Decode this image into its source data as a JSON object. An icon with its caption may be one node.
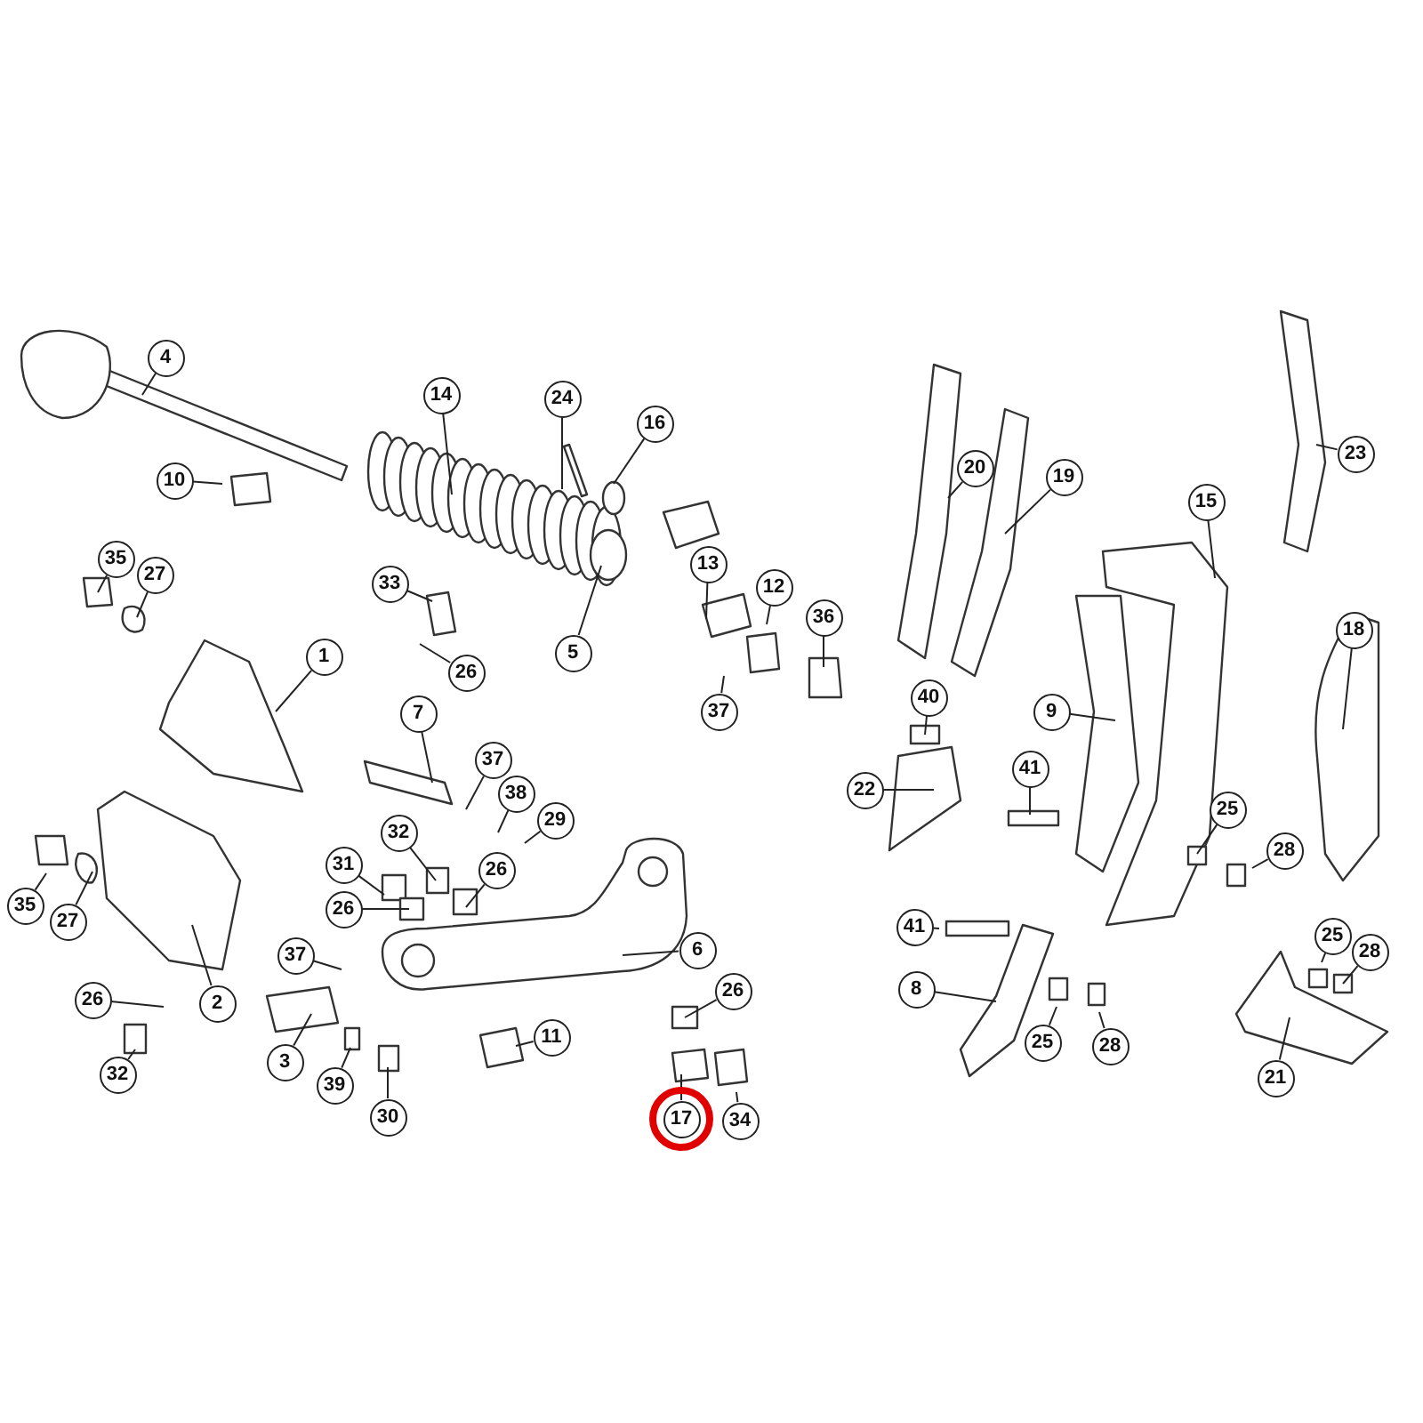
{
  "diagram": {
    "nodes": [
      {
        "text": [
          "4"
        ]
      },
      {
        "text": [
          "14"
        ]
      },
      {
        "text": [
          "24"
        ]
      },
      {
        "text": [
          "16"
        ]
      },
      {
        "text": [
          "10"
        ]
      },
      {
        "text": [
          "13"
        ]
      },
      {
        "text": [
          "12"
        ]
      },
      {
        "text": [
          "36"
        ]
      },
      {
        "text": [
          "5"
        ]
      },
      {
        "text": [
          "35"
        ]
      },
      {
        "text": [
          "27"
        ]
      },
      {
        "text": [
          "33"
        ]
      },
      {
        "text": [
          "26"
        ]
      },
      {
        "text": [
          "37"
        ]
      },
      {
        "text": [
          "1"
        ]
      },
      {
        "text": [
          "7"
        ]
      },
      {
        "text": [
          "37"
        ]
      },
      {
        "text": [
          "38"
        ]
      },
      {
        "text": [
          "29"
        ]
      },
      {
        "text": [
          "32"
        ]
      },
      {
        "text": [
          "31"
        ]
      },
      {
        "text": [
          "26"
        ]
      },
      {
        "text": [
          "26"
        ]
      },
      {
        "text": [
          "35"
        ]
      },
      {
        "text": [
          "27"
        ]
      },
      {
        "text": [
          "6"
        ]
      },
      {
        "text": [
          "26"
        ]
      },
      {
        "text": [
          "37"
        ]
      },
      {
        "text": [
          "2"
        ]
      },
      {
        "text": [
          "26"
        ]
      },
      {
        "text": [
          "32"
        ]
      },
      {
        "text": [
          "3"
        ]
      },
      {
        "text": [
          "39"
        ]
      },
      {
        "text": [
          "30"
        ]
      },
      {
        "text": [
          "11"
        ]
      },
      {
        "text": [
          "17"
        ]
      },
      {
        "text": [
          "34"
        ]
      },
      {
        "text": [
          "20"
        ]
      },
      {
        "text": [
          "19"
        ]
      },
      {
        "text": [
          "23"
        ]
      },
      {
        "text": [
          "15"
        ]
      },
      {
        "text": [
          "18"
        ]
      },
      {
        "text": [
          "40"
        ]
      },
      {
        "text": [
          "22"
        ]
      },
      {
        "text": [
          "9"
        ]
      },
      {
        "text": [
          "41"
        ]
      },
      {
        "text": [
          "25"
        ]
      },
      {
        "text": [
          "28"
        ]
      },
      {
        "text": [
          "41"
        ]
      },
      {
        "text": [
          "8"
        ]
      },
      {
        "text": [
          "25"
        ]
      },
      {
        "text": [
          "28"
        ]
      },
      {
        "text": [
          "25"
        ]
      },
      {
        "text": [
          "28"
        ]
      },
      {
        "text": [
          "21"
        ]
      }
    ],
    "edges": [
      {
        "from": 0,
        "to": null,
        "arrow": "none"
      },
      {
        "from": 1,
        "to": null,
        "arrow": "none"
      },
      {
        "from": 2,
        "to": null,
        "arrow": "none"
      },
      {
        "from": 3,
        "to": null,
        "arrow": "none"
      },
      {
        "from": 4,
        "to": null,
        "arrow": "none"
      },
      {
        "from": 5,
        "to": null,
        "arrow": "none"
      },
      {
        "from": 6,
        "to": null,
        "arrow": "none"
      },
      {
        "from": 7,
        "to": null,
        "arrow": "none"
      },
      {
        "from": 8,
        "to": null,
        "arrow": "none"
      },
      {
        "from": 9,
        "to": null,
        "arrow": "none"
      },
      {
        "from": 10,
        "to": null,
        "arrow": "none"
      },
      {
        "from": 11,
        "to": null,
        "arrow": "none"
      },
      {
        "from": 12,
        "to": null,
        "arrow": "none"
      },
      {
        "from": 13,
        "to": null,
        "arrow": "none"
      },
      {
        "from": 14,
        "to": null,
        "arrow": "none"
      },
      {
        "from": 15,
        "to": null,
        "arrow": "none"
      },
      {
        "from": 16,
        "to": null,
        "arrow": "none"
      },
      {
        "from": 17,
        "to": null,
        "arrow": "none"
      },
      {
        "from": 18,
        "to": null,
        "arrow": "none"
      },
      {
        "from": 19,
        "to": null,
        "arrow": "none"
      },
      {
        "from": 20,
        "to": null,
        "arrow": "none"
      },
      {
        "from": 21,
        "to": null,
        "arrow": "none"
      },
      {
        "from": 22,
        "to": null,
        "arrow": "none"
      },
      {
        "from": 23,
        "to": null,
        "arrow": "none"
      },
      {
        "from": 24,
        "to": null,
        "arrow": "none"
      },
      {
        "from": 25,
        "to": null,
        "arrow": "none"
      },
      {
        "from": 26,
        "to": null,
        "arrow": "none"
      },
      {
        "from": 27,
        "to": null,
        "arrow": "none"
      },
      {
        "from": 28,
        "to": null,
        "arrow": "none"
      },
      {
        "from": 29,
        "to": null,
        "arrow": "none"
      },
      {
        "from": 30,
        "to": null,
        "arrow": "none"
      },
      {
        "from": 31,
        "to": null,
        "arrow": "none"
      },
      {
        "from": 32,
        "to": null,
        "arrow": "none"
      },
      {
        "from": 33,
        "to": null,
        "arrow": "none"
      },
      {
        "from": 34,
        "to": null,
        "arrow": "none"
      },
      {
        "from": 35,
        "to": null,
        "arrow": "none"
      },
      {
        "from": 36,
        "to": null,
        "arrow": "none"
      },
      {
        "from": 37,
        "to": null,
        "arrow": "none"
      },
      {
        "from": 38,
        "to": null,
        "arrow": "none"
      },
      {
        "from": 39,
        "to": null,
        "arrow": "none"
      },
      {
        "from": 40,
        "to": null,
        "arrow": "none"
      },
      {
        "from": 41,
        "to": null,
        "arrow": "none"
      },
      {
        "from": 42,
        "to": null,
        "arrow": "none"
      },
      {
        "from": 43,
        "to": null,
        "arrow": "none"
      },
      {
        "from": 44,
        "to": null,
        "arrow": "none"
      },
      {
        "from": 45,
        "to": null,
        "arrow": "none"
      },
      {
        "from": 46,
        "to": null,
        "arrow": "none"
      },
      {
        "from": 47,
        "to": null,
        "arrow": "none"
      },
      {
        "from": 48,
        "to": null,
        "arrow": "none"
      },
      {
        "from": 49,
        "to": null,
        "arrow": "none"
      },
      {
        "from": 50,
        "to": null,
        "arrow": "none"
      },
      {
        "from": 51,
        "to": null,
        "arrow": "none"
      },
      {
        "from": 52,
        "to": null,
        "arrow": "none"
      },
      {
        "from": 53,
        "to": null,
        "arrow": "none"
      },
      {
        "from": 54,
        "to": null,
        "arrow": "none"
      }
    ]
  }
}
